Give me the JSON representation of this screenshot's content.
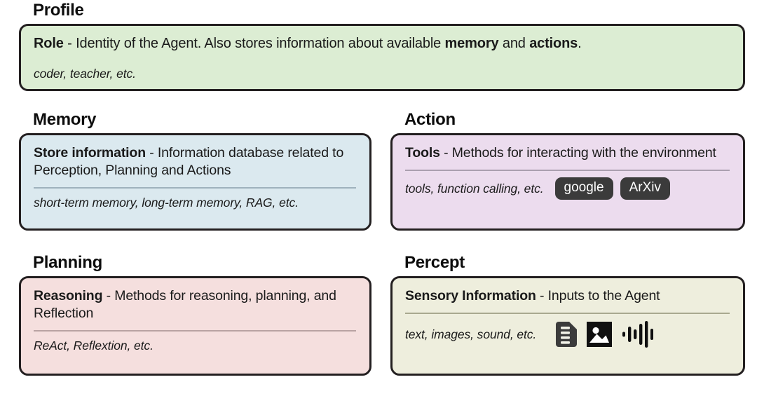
{
  "sections": [
    {
      "id": "profile",
      "title": "Profile",
      "card": {
        "term": "Role",
        "dash": " - ",
        "description": "Identity of the Agent. Also stores information about available ",
        "bold_a": "memory",
        "mid": " and ",
        "bold_b": "actions",
        "tail": ".",
        "examples": "coder, teacher, etc.",
        "color": "#dcedd3"
      }
    },
    {
      "id": "memory",
      "title": "Memory",
      "card": {
        "term": "Store information",
        "dash": " - ",
        "description": "Information database related to Perception, Planning and Actions",
        "examples": "short-term memory, long-term memory, RAG, etc.",
        "color": "#dbe9ef"
      }
    },
    {
      "id": "action",
      "title": "Action",
      "card": {
        "term": "Tools",
        "dash": " - ",
        "description": "Methods for interacting with the environment",
        "examples": "tools, function calling, etc.",
        "pills": [
          "google",
          "ArXiv"
        ],
        "color": "#ecdcee"
      }
    },
    {
      "id": "planning",
      "title": "Planning",
      "card": {
        "term": "Reasoning",
        "dash": " - ",
        "description": "Methods for reasoning, planning, and Reflection",
        "examples": "ReAct, Reflextion, etc.",
        "color": "#f5dfde"
      }
    },
    {
      "id": "percept",
      "title": "Percept",
      "card": {
        "term": "Sensory Information",
        "dash": " - ",
        "description": "Inputs to the Agent",
        "examples": "text, images, sound, etc.",
        "icons": [
          "text-document-icon",
          "image-icon",
          "audio-waveform-icon"
        ],
        "color": "#eeeedd"
      }
    }
  ],
  "theme": {
    "border_color": "#231f20",
    "pill_bg": "#3b3b3b",
    "pill_text": "#ffffff",
    "page_bg": "#ffffff",
    "text_color": "#1a1a1a"
  }
}
